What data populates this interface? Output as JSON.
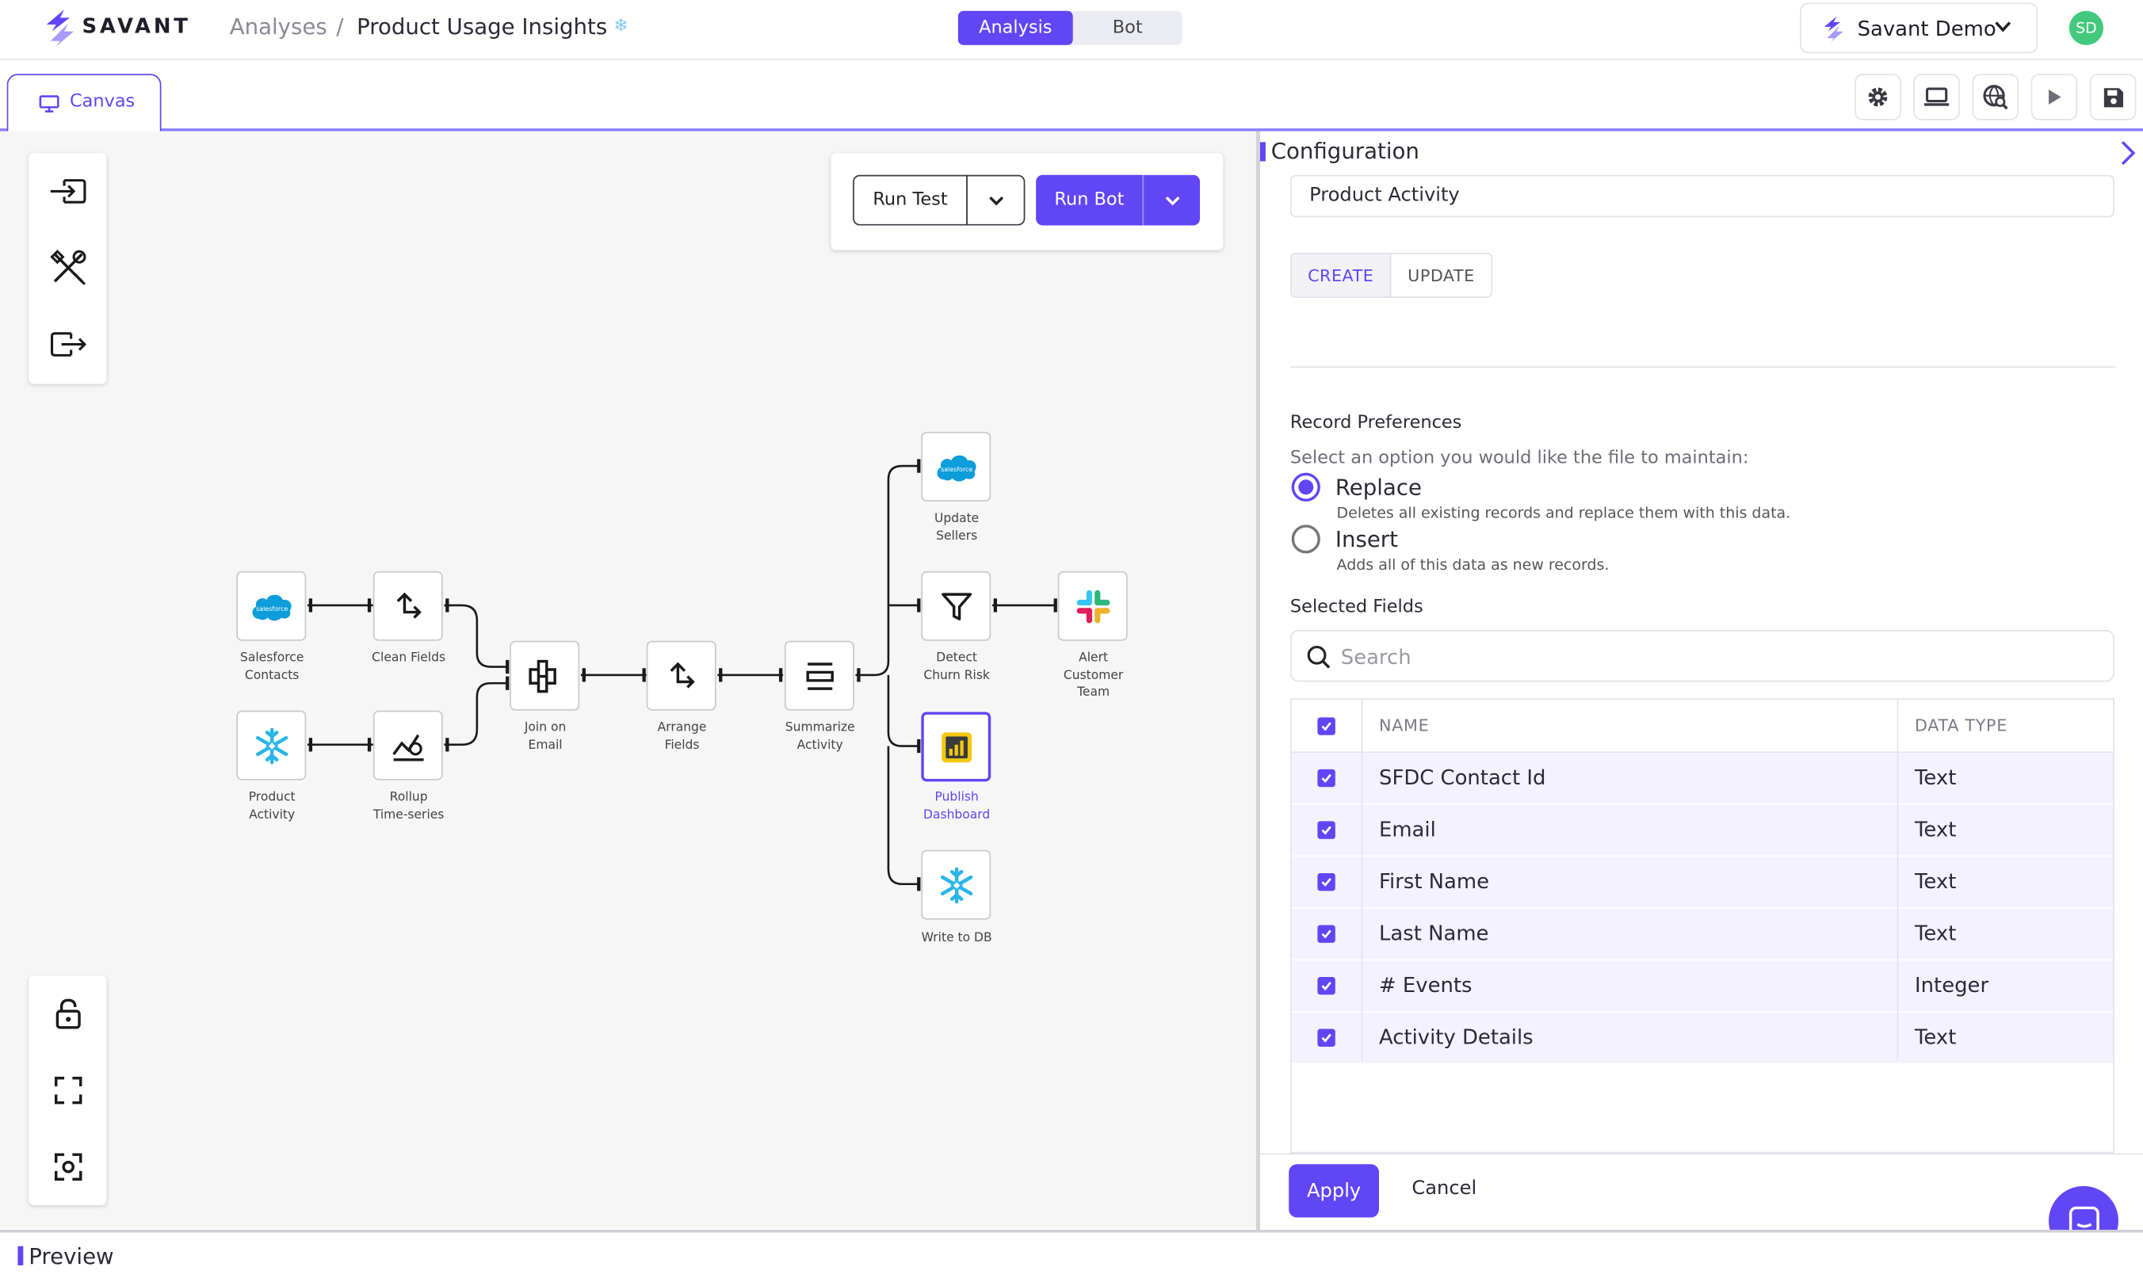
{
  "colors": {
    "accent": "#6146f6",
    "selected_row": "#f3f2fe",
    "avatar": "#44c97c"
  },
  "header": {
    "brand": "SAVANT",
    "breadcrumb": {
      "parent": "Analyses",
      "separator": "/",
      "current": "Product Usage Insights",
      "current_icon": "snowflake-icon"
    },
    "mode_toggle": {
      "options": [
        "Analysis",
        "Bot"
      ],
      "active": "Analysis"
    },
    "workspace": {
      "name": "Savant Demo"
    },
    "avatar": "SD"
  },
  "tabs": [
    {
      "label": "Canvas",
      "icon": "presentation-icon",
      "active": true
    }
  ],
  "toolbar_icons": [
    "gear-icon",
    "laptop-icon",
    "globe-search-icon",
    "play-icon",
    "save-icon"
  ],
  "canvas": {
    "left_tools": [
      "input-icon",
      "tools-icon",
      "output-icon"
    ],
    "bottom_tools": [
      "lock-icon",
      "fullscreen-icon",
      "focus-icon"
    ],
    "run": {
      "test_label": "Run Test",
      "bot_label": "Run Bot"
    },
    "nodes": [
      {
        "id": "sf_contacts",
        "label": [
          "Salesforce",
          "Contacts"
        ],
        "icon": "salesforce-icon"
      },
      {
        "id": "clean",
        "label": [
          "Clean Fields"
        ],
        "icon": "transform-icon"
      },
      {
        "id": "product",
        "label": [
          "Product",
          "Activity"
        ],
        "icon": "snowflake-icon"
      },
      {
        "id": "rollup",
        "label": [
          "Rollup",
          "Time-series"
        ],
        "icon": "timeseries-icon"
      },
      {
        "id": "join",
        "label": [
          "Join on",
          "Email"
        ],
        "icon": "join-icon"
      },
      {
        "id": "arrange",
        "label": [
          "Arrange",
          "Fields"
        ],
        "icon": "transform-icon"
      },
      {
        "id": "summarize",
        "label": [
          "Summarize",
          "Activity"
        ],
        "icon": "summarize-icon"
      },
      {
        "id": "update",
        "label": [
          "Update",
          "Sellers"
        ],
        "icon": "salesforce-icon"
      },
      {
        "id": "detect",
        "label": [
          "Detect",
          "Churn Risk"
        ],
        "icon": "filter-icon"
      },
      {
        "id": "alert",
        "label": [
          "Alert",
          "Customer",
          "Team"
        ],
        "icon": "slack-icon"
      },
      {
        "id": "publish",
        "label": [
          "Publish",
          "Dashboard"
        ],
        "icon": "powerbi-icon",
        "selected": true
      },
      {
        "id": "writedb",
        "label": [
          "Write to DB"
        ],
        "icon": "snowflake-icon"
      }
    ]
  },
  "config": {
    "title": "Configuration",
    "name_value": "Product Activity",
    "modes": [
      "CREATE",
      "UPDATE"
    ],
    "active_mode": "CREATE",
    "record_prefs": {
      "title": "Record Preferences",
      "prompt": "Select an option you would like the file to maintain:",
      "options": [
        {
          "label": "Replace",
          "desc": "Deletes all existing records and replace them with this data.",
          "selected": true
        },
        {
          "label": "Insert",
          "desc": "Adds all of this data as new records.",
          "selected": false
        }
      ]
    },
    "selected_fields": {
      "title": "Selected Fields",
      "search_placeholder": "Search",
      "columns": [
        "NAME",
        "DATA TYPE"
      ],
      "rows": [
        {
          "name": "SFDC Contact Id",
          "type": "Text",
          "checked": true
        },
        {
          "name": "Email",
          "type": "Text",
          "checked": true
        },
        {
          "name": "First Name",
          "type": "Text",
          "checked": true
        },
        {
          "name": "Last Name",
          "type": "Text",
          "checked": true
        },
        {
          "name": "# Events",
          "type": "Integer",
          "checked": true
        },
        {
          "name": "Activity Details",
          "type": "Text",
          "checked": true
        }
      ]
    },
    "apply_label": "Apply",
    "cancel_label": "Cancel"
  },
  "preview": {
    "title": "Preview"
  }
}
